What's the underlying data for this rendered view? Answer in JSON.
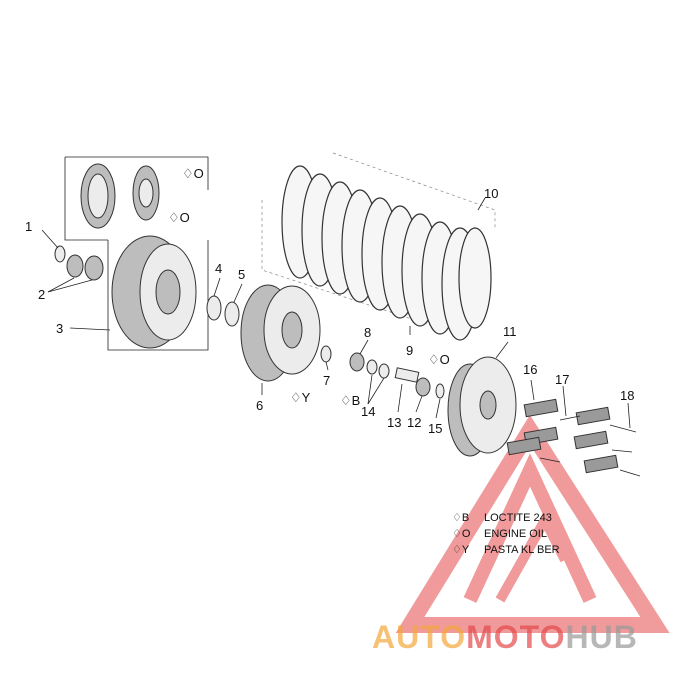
{
  "callouts": [
    "1",
    "2",
    "3",
    "4",
    "5",
    "6",
    "7",
    "8",
    "9",
    "10",
    "11",
    "12",
    "13",
    "14",
    "15",
    "16",
    "17",
    "18"
  ],
  "legend": [
    {
      "symbol": "♢B",
      "text": "LOCTITE 243"
    },
    {
      "symbol": "♢O",
      "text": "ENGINE OIL"
    },
    {
      "symbol": "♢Y",
      "text": "PASTA KL BER"
    }
  ],
  "markers": {
    "gear_oil": "♢O",
    "basket_oil": "♢O",
    "hub_y": "♢Y",
    "nut_b": "♢B",
    "bolt_oil": "♢O"
  },
  "watermark": {
    "part1": "AUTO",
    "part2": "MOTO",
    "part3": "HUB",
    "color_red": "#e4494a",
    "color_orange": "#f5a73c",
    "color_gray": "#9a9a9a"
  }
}
